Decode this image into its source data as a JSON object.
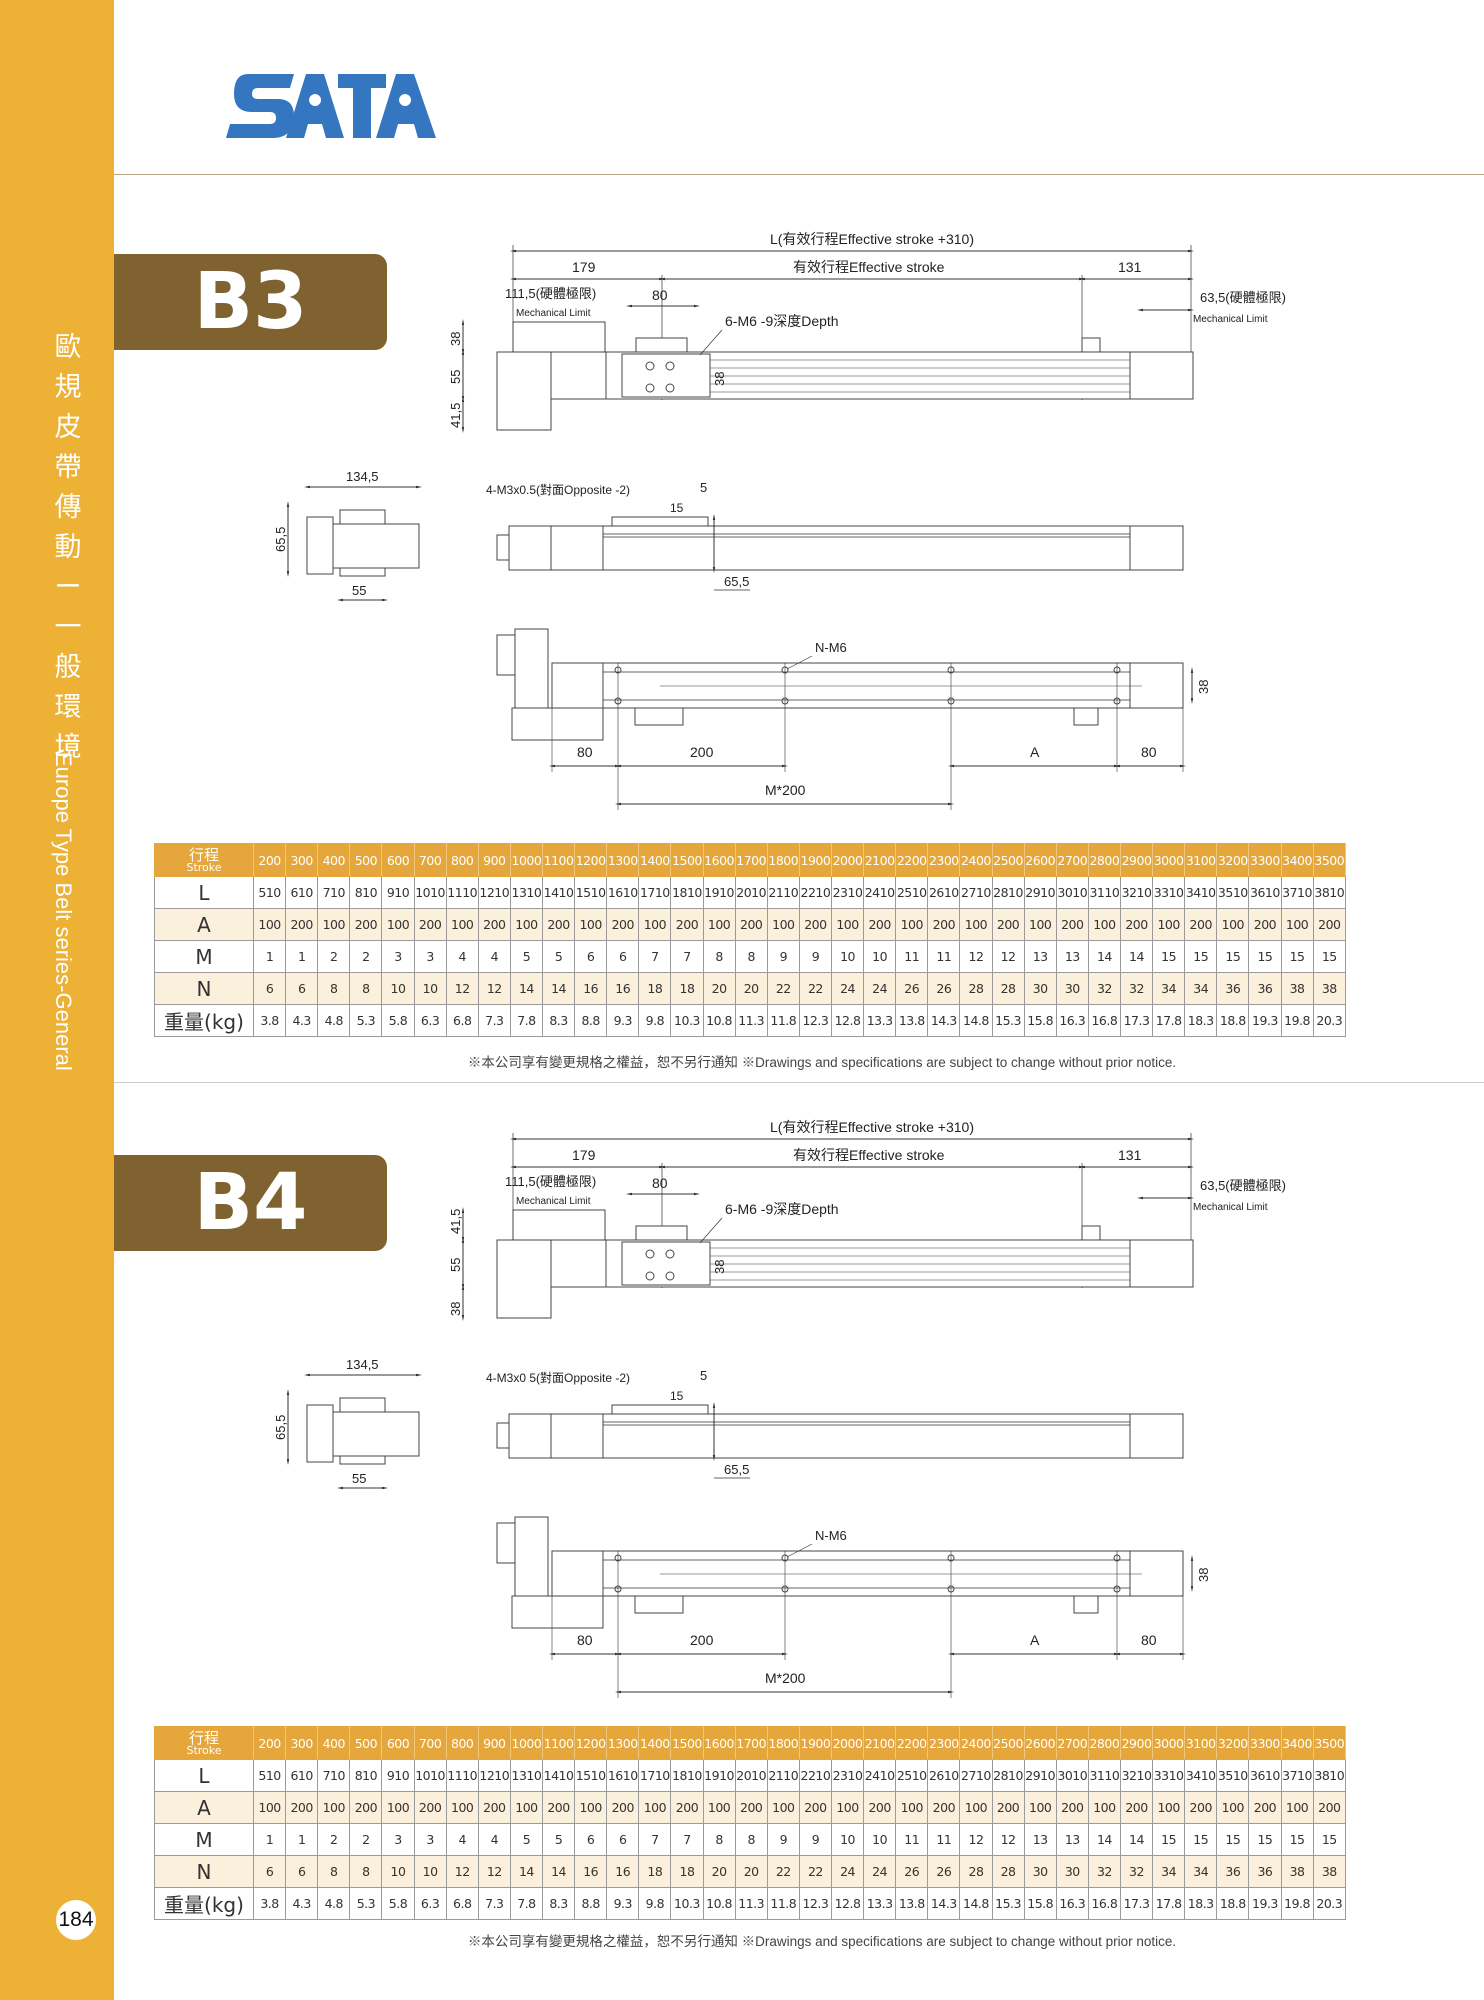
{
  "brand": {
    "logo_text": "SATA",
    "logo_color": "#3476c0"
  },
  "sidebar": {
    "title_cn": [
      "歐",
      "規",
      "皮",
      "帶",
      "傳",
      "動",
      "ー",
      "一",
      "般",
      "環",
      "境"
    ],
    "title_en": "Europe Type Belt series-General",
    "color": "#ecb135"
  },
  "page_number": "184",
  "sections": [
    {
      "model": "B3",
      "top_view": {
        "overall": "L(有效行程Effective stroke +310)",
        "left": "179",
        "stroke": "有效行程Effective stroke",
        "right": "131",
        "mech_left": "111,5(硬體極限)",
        "mech_left_en": "Mechanical Limit",
        "carriage": "80",
        "mech_right": "63,5(硬體極限)",
        "mech_right_en": "Mechanical Limit",
        "holes": "6-M6 -9深度Depth",
        "h1": "38",
        "h2": "55",
        "h3": "41,5",
        "inner": "38"
      },
      "end_view": {
        "width": "134,5",
        "height": "65,5",
        "base": "55"
      },
      "side_view": {
        "holes": "4-M3x0.5(對面Opposite -2)",
        "d1": "15",
        "d2": "5",
        "height": "65,5"
      },
      "bottom_view": {
        "holes": "N-M6",
        "left": "80",
        "pitch": "200",
        "a": "A",
        "right": "80",
        "span": "M*200",
        "width": "38"
      },
      "table": {
        "header_cn": "行程",
        "header_en": "Stroke",
        "strokes": [
          "200",
          "300",
          "400",
          "500",
          "600",
          "700",
          "800",
          "900",
          "1000",
          "1100",
          "1200",
          "1300",
          "1400",
          "1500",
          "1600",
          "1700",
          "1800",
          "1900",
          "2000",
          "2100",
          "2200",
          "2300",
          "2400",
          "2500",
          "2600",
          "2700",
          "2800",
          "2900",
          "3000",
          "3100",
          "3200",
          "3300",
          "3400",
          "3500"
        ],
        "rows": [
          {
            "label": "L",
            "values": [
              "510",
              "610",
              "710",
              "810",
              "910",
              "1010",
              "1110",
              "1210",
              "1310",
              "1410",
              "1510",
              "1610",
              "1710",
              "1810",
              "1910",
              "2010",
              "2110",
              "2210",
              "2310",
              "2410",
              "2510",
              "2610",
              "2710",
              "2810",
              "2910",
              "3010",
              "3110",
              "3210",
              "3310",
              "3410",
              "3510",
              "3610",
              "3710",
              "3810"
            ]
          },
          {
            "label": "A",
            "values": [
              "100",
              "200",
              "100",
              "200",
              "100",
              "200",
              "100",
              "200",
              "100",
              "200",
              "100",
              "200",
              "100",
              "200",
              "100",
              "200",
              "100",
              "200",
              "100",
              "200",
              "100",
              "200",
              "100",
              "200",
              "100",
              "200",
              "100",
              "200",
              "100",
              "200",
              "100",
              "200",
              "100",
              "200"
            ]
          },
          {
            "label": "M",
            "values": [
              "1",
              "1",
              "2",
              "2",
              "3",
              "3",
              "4",
              "4",
              "5",
              "5",
              "6",
              "6",
              "7",
              "7",
              "8",
              "8",
              "9",
              "9",
              "10",
              "10",
              "11",
              "11",
              "12",
              "12",
              "13",
              "13",
              "14",
              "14",
              "15",
              "15",
              "15",
              "15",
              "15",
              "15"
            ]
          },
          {
            "label": "N",
            "values": [
              "6",
              "6",
              "8",
              "8",
              "10",
              "10",
              "12",
              "12",
              "14",
              "14",
              "16",
              "16",
              "18",
              "18",
              "20",
              "20",
              "22",
              "22",
              "24",
              "24",
              "26",
              "26",
              "28",
              "28",
              "30",
              "30",
              "32",
              "32",
              "34",
              "34",
              "36",
              "36",
              "38",
              "38"
            ]
          },
          {
            "label": "重量(kg)",
            "values": [
              "3.8",
              "4.3",
              "4.8",
              "5.3",
              "5.8",
              "6.3",
              "6.8",
              "7.3",
              "7.8",
              "8.3",
              "8.8",
              "9.3",
              "9.8",
              "10.3",
              "10.8",
              "11.3",
              "11.8",
              "12.3",
              "12.8",
              "13.3",
              "13.8",
              "14.3",
              "14.8",
              "15.3",
              "15.8",
              "16.3",
              "16.8",
              "17.3",
              "17.8",
              "18.3",
              "18.8",
              "19.3",
              "19.8",
              "20.3"
            ]
          }
        ]
      },
      "note": "※本公司享有變更規格之權益，恕不另行通知 ※Drawings and specifications are subject to change without prior notice."
    },
    {
      "model": "B4",
      "top_view": {
        "overall": "L(有效行程Effective stroke +310)",
        "left": "179",
        "stroke": "有效行程Effective stroke",
        "right": "131",
        "mech_left": "111,5(硬體極限)",
        "mech_left_en": "Mechanical Limit",
        "carriage": "80",
        "mech_right": "63,5(硬體極限)",
        "mech_right_en": "Mechanical Limit",
        "holes": "6-M6 -9深度Depth",
        "h1": "41,5",
        "h2": "55",
        "h3": "38",
        "inner": "38"
      },
      "end_view": {
        "width": "134,5",
        "height": "65,5",
        "base": "55"
      },
      "side_view": {
        "holes": "4-M3x0 5(對面Opposite -2)",
        "d1": "15",
        "d2": "5",
        "height": "65,5"
      },
      "bottom_view": {
        "holes": "N-M6",
        "left": "80",
        "pitch": "200",
        "a": "A",
        "right": "80",
        "span": "M*200",
        "width": "38"
      },
      "table": {
        "header_cn": "行程",
        "header_en": "Stroke",
        "strokes": [
          "200",
          "300",
          "400",
          "500",
          "600",
          "700",
          "800",
          "900",
          "1000",
          "1100",
          "1200",
          "1300",
          "1400",
          "1500",
          "1600",
          "1700",
          "1800",
          "1900",
          "2000",
          "2100",
          "2200",
          "2300",
          "2400",
          "2500",
          "2600",
          "2700",
          "2800",
          "2900",
          "3000",
          "3100",
          "3200",
          "3300",
          "3400",
          "3500"
        ],
        "rows": [
          {
            "label": "L",
            "values": [
              "510",
              "610",
              "710",
              "810",
              "910",
              "1010",
              "1110",
              "1210",
              "1310",
              "1410",
              "1510",
              "1610",
              "1710",
              "1810",
              "1910",
              "2010",
              "2110",
              "2210",
              "2310",
              "2410",
              "2510",
              "2610",
              "2710",
              "2810",
              "2910",
              "3010",
              "3110",
              "3210",
              "3310",
              "3410",
              "3510",
              "3610",
              "3710",
              "3810"
            ]
          },
          {
            "label": "A",
            "values": [
              "100",
              "200",
              "100",
              "200",
              "100",
              "200",
              "100",
              "200",
              "100",
              "200",
              "100",
              "200",
              "100",
              "200",
              "100",
              "200",
              "100",
              "200",
              "100",
              "200",
              "100",
              "200",
              "100",
              "200",
              "100",
              "200",
              "100",
              "200",
              "100",
              "200",
              "100",
              "200",
              "100",
              "200"
            ]
          },
          {
            "label": "M",
            "values": [
              "1",
              "1",
              "2",
              "2",
              "3",
              "3",
              "4",
              "4",
              "5",
              "5",
              "6",
              "6",
              "7",
              "7",
              "8",
              "8",
              "9",
              "9",
              "10",
              "10",
              "11",
              "11",
              "12",
              "12",
              "13",
              "13",
              "14",
              "14",
              "15",
              "15",
              "15",
              "15",
              "15",
              "15"
            ]
          },
          {
            "label": "N",
            "values": [
              "6",
              "6",
              "8",
              "8",
              "10",
              "10",
              "12",
              "12",
              "14",
              "14",
              "16",
              "16",
              "18",
              "18",
              "20",
              "20",
              "22",
              "22",
              "24",
              "24",
              "26",
              "26",
              "28",
              "28",
              "30",
              "30",
              "32",
              "32",
              "34",
              "34",
              "36",
              "36",
              "38",
              "38"
            ]
          },
          {
            "label": "重量(kg)",
            "values": [
              "3.8",
              "4.3",
              "4.8",
              "5.3",
              "5.8",
              "6.3",
              "6.8",
              "7.3",
              "7.8",
              "8.3",
              "8.8",
              "9.3",
              "9.8",
              "10.3",
              "10.8",
              "11.3",
              "11.8",
              "12.3",
              "12.8",
              "13.3",
              "13.8",
              "14.3",
              "14.8",
              "15.3",
              "15.8",
              "16.3",
              "16.8",
              "17.3",
              "17.8",
              "18.3",
              "18.8",
              "19.3",
              "19.8",
              "20.3"
            ]
          }
        ]
      },
      "note": "※本公司享有變更規格之權益，恕不另行通知 ※Drawings and specifications are subject to change without prior notice."
    }
  ]
}
